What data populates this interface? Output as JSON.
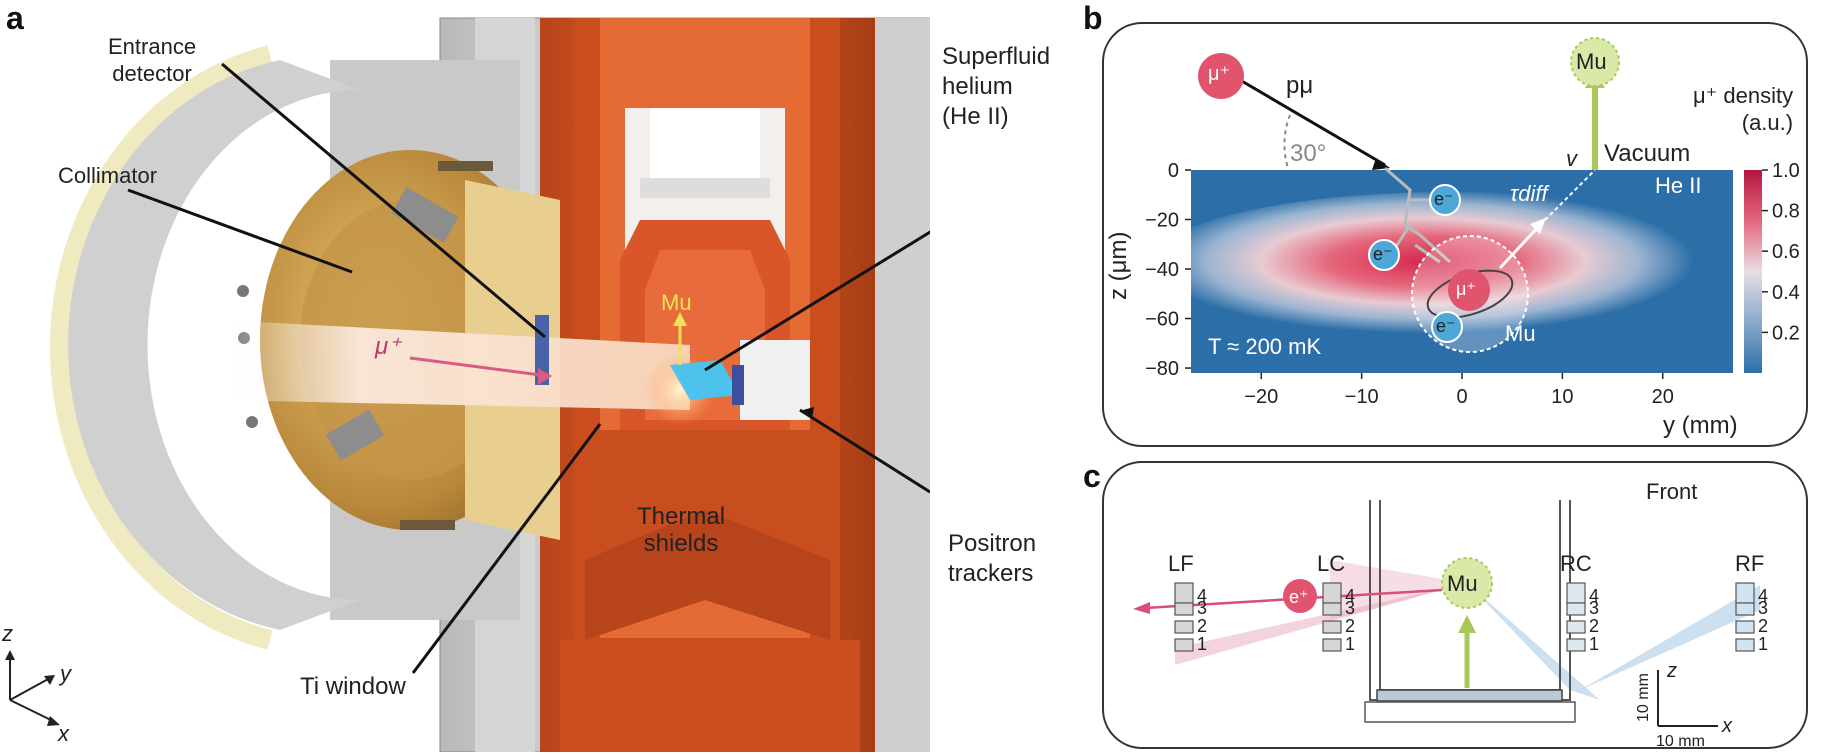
{
  "panel_a": {
    "letter": "a",
    "entrance_detector": [
      "Entrance",
      "detector"
    ],
    "collimator": "Collimator",
    "superfluid": [
      "Superfluid",
      "helium",
      "(He II)"
    ],
    "muon_beam": "μ⁺",
    "mu_label": "Mu",
    "thermal_shields": [
      "Thermal",
      "shields"
    ],
    "positron_trackers": [
      "Positron",
      "trackers"
    ],
    "ti_window": "Ti window",
    "axes": {
      "z": "z",
      "y": "y",
      "x": "x"
    }
  },
  "panel_b": {
    "letter": "b",
    "muon": "μ⁺",
    "momentum": "pμ",
    "angle": "30°",
    "mu": "Mu",
    "velocity": "v",
    "vacuum": "Vacuum",
    "he2": "He II",
    "tau": "τdiff",
    "electron": "e⁻",
    "mu_cloud": "Mu",
    "temperature": "T ≈ 200 mK",
    "colorbar_title": [
      "μ⁺ density",
      "(a.u.)"
    ]
  },
  "panel_c": {
    "letter": "c",
    "front": "Front",
    "detectors": [
      "LF",
      "LC",
      "RC",
      "RF"
    ],
    "layers": [
      "4",
      "3",
      "2",
      "1"
    ],
    "positron": "e⁺",
    "mu": "Mu",
    "scale_z": "z",
    "scale_x": "x",
    "scale_vertical": "10 mm",
    "scale_horizontal": "10 mm"
  },
  "chart_data": {
    "type": "heatmap",
    "description_axis": "μ⁺ stopping density map",
    "xlabel": "y (mm)",
    "ylabel": "z (μm)",
    "xlim": [
      -27,
      27
    ],
    "ylim": [
      -82,
      0
    ],
    "x_ticks": [
      "−20",
      "−10",
      "0",
      "10",
      "20"
    ],
    "x_tick_values": [
      -20,
      -10,
      0,
      10,
      20
    ],
    "y_ticks": [
      "0",
      "−20",
      "−40",
      "−60",
      "−80"
    ],
    "y_tick_values": [
      0,
      -20,
      -40,
      -60,
      -80
    ],
    "colorbar": {
      "min": 0,
      "max": 1.0,
      "ticks": [
        "1.0",
        "0.8",
        "0.6",
        "0.4",
        "0.2"
      ],
      "tick_values": [
        1.0,
        0.8,
        0.6,
        0.4,
        0.2
      ]
    },
    "peak": {
      "y": 0,
      "z": -38,
      "value": 1.0
    },
    "colors": {
      "low": "#2c6fa8",
      "mid": "#e8dde6",
      "high": "#d6294e"
    }
  },
  "colors": {
    "copper": "#d9531e",
    "copper_dark": "#a83a12",
    "brass": "#c9a24a",
    "muon_pink": "#e0546e",
    "mu_green": "#d9e9a8",
    "electron_blue": "#4fa7d8",
    "arrow_green": "#a8c95a"
  }
}
